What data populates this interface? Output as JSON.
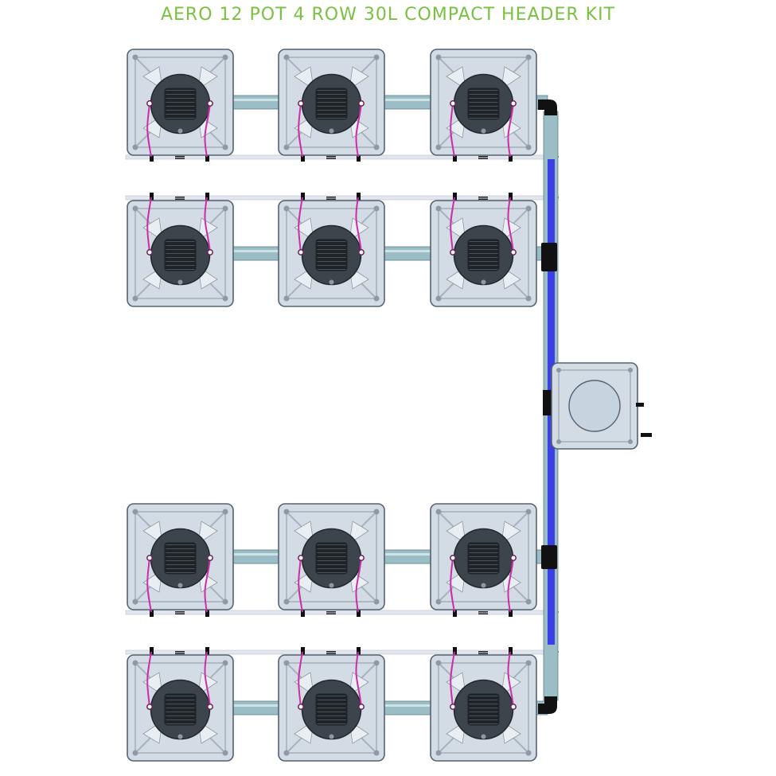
{
  "title": "AERO 12 POT 4 ROW 30L COMPACT HEADER KIT",
  "colors": {
    "title": "#7ac142",
    "pot_fill": "#d3dce5",
    "pot_stroke": "#556270",
    "lid_dark": "#3c444c",
    "pipe": "#9bbdc6",
    "return_line": "#3a3fe6",
    "drip_line": "#cc2ea8",
    "feed_line": "#e3e6ee",
    "connector": "#101010",
    "fitting_green": "#3fbf3f"
  },
  "pots": [
    {
      "row": 1,
      "col": 1,
      "icon": "pot-icon"
    },
    {
      "row": 1,
      "col": 2,
      "icon": "pot-icon"
    },
    {
      "row": 1,
      "col": 3,
      "icon": "pot-icon"
    },
    {
      "row": 2,
      "col": 1,
      "icon": "pot-icon"
    },
    {
      "row": 2,
      "col": 2,
      "icon": "pot-icon"
    },
    {
      "row": 2,
      "col": 3,
      "icon": "pot-icon"
    },
    {
      "row": 3,
      "col": 1,
      "icon": "pot-icon"
    },
    {
      "row": 3,
      "col": 2,
      "icon": "pot-icon"
    },
    {
      "row": 3,
      "col": 3,
      "icon": "pot-icon"
    },
    {
      "row": 4,
      "col": 1,
      "icon": "pot-icon"
    },
    {
      "row": 4,
      "col": 2,
      "icon": "pot-icon"
    },
    {
      "row": 4,
      "col": 3,
      "icon": "pot-icon"
    }
  ],
  "header_tank": {
    "icon": "header-tank-icon"
  }
}
